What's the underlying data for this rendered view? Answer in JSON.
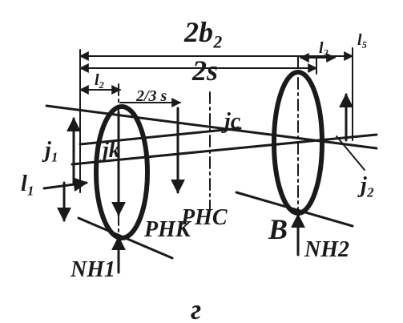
{
  "figure": {
    "labels": {
      "two_b2": "2b₂",
      "two_s": "2s",
      "l2_left": "l₂",
      "two_thirds_s": "2/3 s",
      "l2_right": "l₂",
      "l5": "l₅",
      "j_c": "jc",
      "j_1": "j₁",
      "j_k": "jk",
      "l_1": "l₁",
      "j_2": "j₂",
      "p_hk": "PНК",
      "p_hc": "PНС",
      "b": "B",
      "n_h1": "NН1",
      "n_h2": "NН2",
      "caption": "г"
    }
  }
}
